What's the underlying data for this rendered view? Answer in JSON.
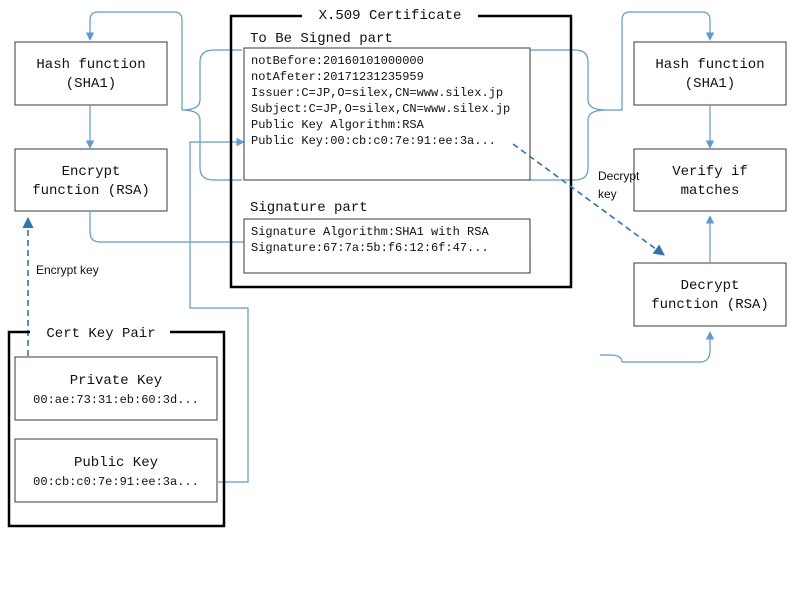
{
  "certificate": {
    "title": "X.509 Certificate",
    "tbs": {
      "label": "To Be Signed part",
      "fields": [
        "notBefore:20160101000000",
        "notAfeter:20171231235959",
        "Issuer:C=JP,O=silex,CN=www.silex.jp",
        "Subject:C=JP,O=silex,CN=www.silex.jp",
        "Public Key Algorithm:RSA",
        "Public Key:00:cb:c0:7e:91:ee:3a..."
      ]
    },
    "signature": {
      "label": "Signature part",
      "fields": [
        "Signature Algorithm:SHA1 with RSA",
        "Signature:67:7a:5b:f6:12:6f:47..."
      ]
    }
  },
  "signing": {
    "hash": [
      "Hash function",
      "(SHA1)"
    ],
    "encrypt": [
      "Encrypt",
      "function (RSA)"
    ],
    "encrypt_key_label": "Encrypt key"
  },
  "verification": {
    "hash": [
      "Hash function",
      "(SHA1)"
    ],
    "verify": [
      "Verify if",
      "matches"
    ],
    "decrypt": [
      "Decrypt",
      "function (RSA)"
    ],
    "decrypt_key_label": [
      "Decrypt",
      "key"
    ]
  },
  "key_pair": {
    "title": "Cert Key Pair",
    "private": {
      "label": "Private Key",
      "value": "00:ae:73:31:eb:60:3d..."
    },
    "public": {
      "label": "Public Key",
      "value": "00:cb:c0:7e:91:ee:3a..."
    }
  },
  "colors": {
    "flow_line": "#5b9bd5",
    "dashed_arrow": "#2e75b6",
    "border": "#000000"
  }
}
